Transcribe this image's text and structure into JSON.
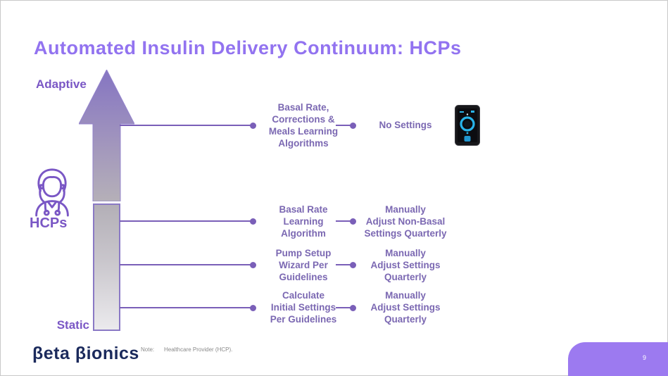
{
  "slide": {
    "title": "Automated Insulin Delivery Continuum: HCPs",
    "page_number": "9"
  },
  "diagram": {
    "top_label": "Adaptive",
    "bottom_label": "Static",
    "actor_label": "HCPs",
    "rows": [
      {
        "method": "Basal Rate,\nCorrections &\nMeals Learning\nAlgorithms",
        "action": "No Settings"
      },
      {
        "method": "Basal Rate\nLearning\nAlgorithm",
        "action": "Manually\nAdjust Non-Basal\nSettings Quarterly"
      },
      {
        "method": "Pump Setup\nWizard Per\nGuidelines",
        "action": "Manually\nAdjust Settings\nQuarterly"
      },
      {
        "method": "Calculate\nInitial Settings\nPer Guidelines",
        "action": "Manually\nAdjust Settings\nQuarterly"
      }
    ],
    "icons": {
      "actor": "female-clinician",
      "device": "insulin-pump"
    }
  },
  "footer": {
    "note_label": "Note:",
    "note_text": "Healthcare Provider (HCP).",
    "logo_text": "βeta βionics"
  },
  "colors": {
    "title": "#9273f0",
    "body_text": "#7b68b2",
    "accent_label": "#7a57c5",
    "connector": "#7a5fb8",
    "arrow_top": "#8575c2",
    "arrow_bottom_fill": "#ebeaed",
    "page_tab": "#9c7af0",
    "logo": "#1b2a5c",
    "device_accent": "#28b4ea"
  }
}
